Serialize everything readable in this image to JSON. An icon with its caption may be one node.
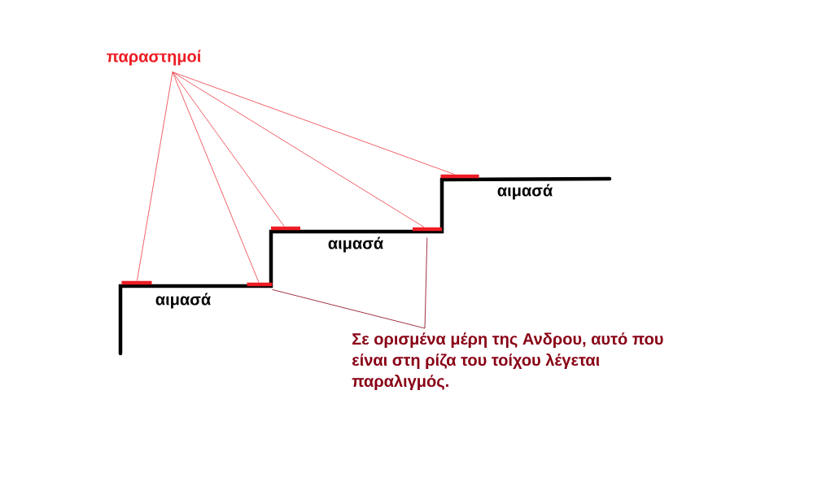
{
  "diagram": {
    "nodes": [
      {
        "text": [
          "παραστημοί"
        ]
      },
      {
        "text": [],
        "shape": "bar"
      },
      {
        "text": [],
        "shape": "bar"
      },
      {
        "text": [],
        "shape": "bar"
      },
      {
        "text": [],
        "shape": "bar"
      },
      {
        "text": [],
        "shape": "bar"
      },
      {
        "text": [
          "Σε ορισμένα μέρη της Ανδρου, αυτό που είναι στη ρίζα του τοίχου λέγεται παραλιγμός."
        ]
      }
    ],
    "edges": [
      {
        "from": 0,
        "to": 1,
        "arrow": "none"
      },
      {
        "from": 0,
        "to": 2,
        "arrow": "none"
      },
      {
        "from": 0,
        "to": 3,
        "arrow": "none"
      },
      {
        "from": 0,
        "to": 4,
        "arrow": "none"
      },
      {
        "from": 0,
        "to": 5,
        "arrow": "none"
      },
      {
        "from": 6,
        "to": 2,
        "arrow": "none",
        "color": "#880015"
      },
      {
        "from": 6,
        "to": 4,
        "arrow": "none",
        "color": "#880015"
      }
    ],
    "labels": [
      "αιμασά",
      "αιμασά",
      "αιμασά"
    ]
  }
}
